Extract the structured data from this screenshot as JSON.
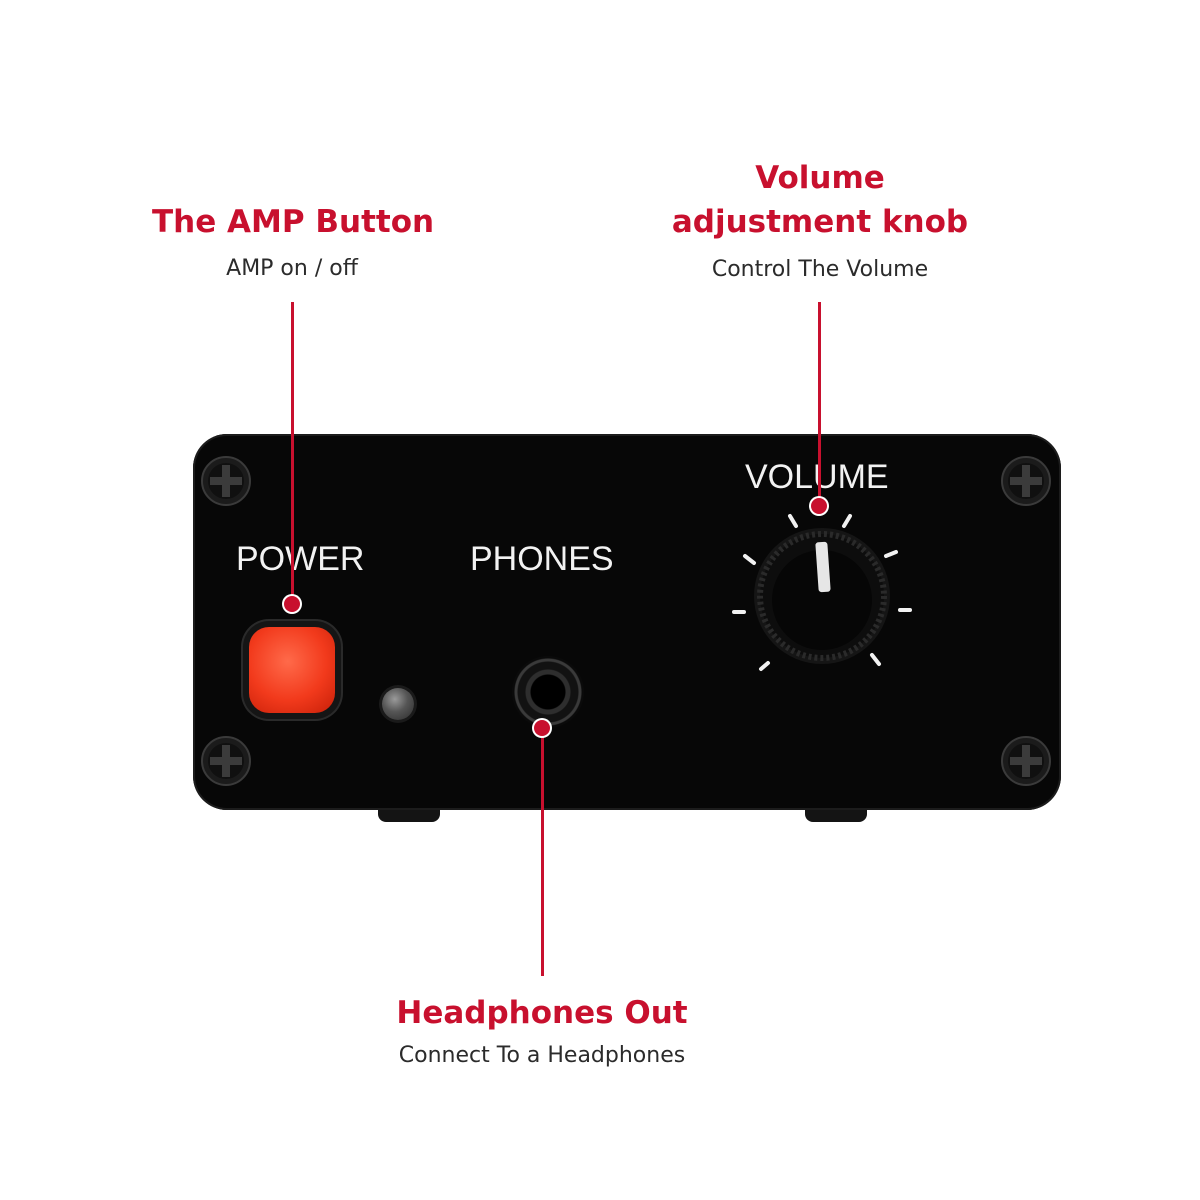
{
  "callouts": {
    "amp_button": {
      "title": "The AMP Button",
      "subtitle": "AMP on / off"
    },
    "volume_knob": {
      "title_line1": "Volume",
      "title_line2": "adjustment knob",
      "subtitle": "Control The Volume"
    },
    "headphones": {
      "title": "Headphones Out",
      "subtitle": "Connect To a Headphones"
    }
  },
  "panel": {
    "power_label": "POWER",
    "phones_label": "PHONES",
    "volume_label": "VOLUME"
  },
  "colors": {
    "accent_red": "#c8102e",
    "panel_black": "#070707",
    "button_red": "#f23a1c",
    "label_white": "#f2f2f2"
  },
  "icons": {
    "screw": "phillips-screw-icon",
    "led": "indicator-led",
    "jack": "headphone-jack"
  }
}
